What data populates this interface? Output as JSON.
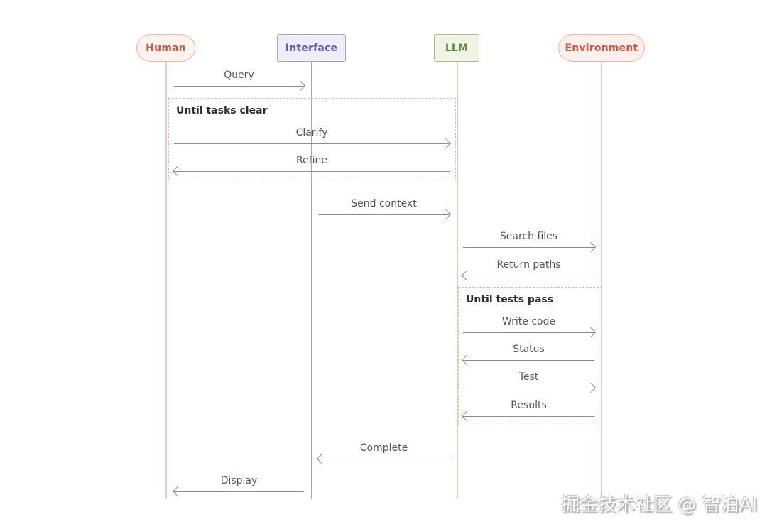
{
  "diagram": {
    "type": "sequence-diagram",
    "actors": [
      {
        "label": "Human",
        "shape": "pill",
        "text_color": "#cc5746",
        "border_color": "#efb5a5",
        "fill": "#fdf2ee",
        "lifeline_color": "#f3c7b9"
      },
      {
        "label": "Interface",
        "shape": "rect",
        "text_color": "#6557c7",
        "border_color": "#a9a0d8",
        "fill": "#eeedf8",
        "lifeline_color": "#aba7c6"
      },
      {
        "label": "LLM",
        "shape": "rect",
        "text_color": "#5d8e3b",
        "border_color": "#a5c27e",
        "fill": "#f0f4e7",
        "lifeline_color": "#c8d9b0"
      },
      {
        "label": "Environment",
        "shape": "pill",
        "text_color": "#ce5a45",
        "border_color": "#f2b3a4",
        "fill": "#fdefec",
        "lifeline_color": "#f3c7b9"
      }
    ],
    "loops": [
      {
        "label": "Until tasks clear"
      },
      {
        "label": "Until tests pass"
      }
    ],
    "messages": [
      {
        "label": "Query",
        "from": "Human",
        "to": "Interface",
        "direction": "right"
      },
      {
        "label": "Clarify",
        "from": "Human",
        "to": "LLM",
        "direction": "right"
      },
      {
        "label": "Refine",
        "from": "LLM",
        "to": "Human",
        "direction": "left"
      },
      {
        "label": "Send context",
        "from": "Interface",
        "to": "LLM",
        "direction": "right"
      },
      {
        "label": "Search files",
        "from": "LLM",
        "to": "Environment",
        "direction": "right"
      },
      {
        "label": "Return paths",
        "from": "Environment",
        "to": "LLM",
        "direction": "left"
      },
      {
        "label": "Write code",
        "from": "LLM",
        "to": "Environment",
        "direction": "right"
      },
      {
        "label": "Status",
        "from": "Environment",
        "to": "LLM",
        "direction": "left"
      },
      {
        "label": "Test",
        "from": "LLM",
        "to": "Environment",
        "direction": "right"
      },
      {
        "label": "Results",
        "from": "Environment",
        "to": "LLM",
        "direction": "left"
      },
      {
        "label": "Complete",
        "from": "LLM",
        "to": "Interface",
        "direction": "left"
      },
      {
        "label": "Display",
        "from": "Interface",
        "to": "Human",
        "direction": "left"
      }
    ],
    "style": {
      "background": "#ffffff",
      "arrow_color": "#8d8d8d",
      "message_text_color": "#55575a",
      "loop_border_color": "#c7c7c7",
      "loop_label_color": "#2d2d2d"
    },
    "watermark": {
      "text": "掘金技术社区 @ 智泊AI"
    }
  }
}
